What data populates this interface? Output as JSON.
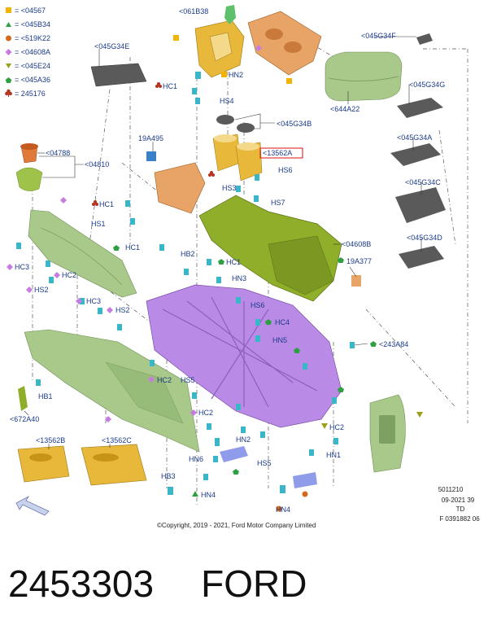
{
  "legend": [
    {
      "shape": "square",
      "color": "#f2b400",
      "text": "= <04567"
    },
    {
      "shape": "triangle",
      "color": "#2ea043",
      "text": "= <045B34"
    },
    {
      "shape": "circle",
      "color": "#d2691e",
      "text": "= <519K22"
    },
    {
      "shape": "diamond",
      "color": "#c77ddf",
      "text": "= <04608A"
    },
    {
      "shape": "triangle-down",
      "color": "#9aa01a",
      "text": "= <045E24"
    },
    {
      "shape": "pentagon",
      "color": "#2ea043",
      "text": "= <045A36"
    },
    {
      "shape": "club",
      "color": "#b5331f",
      "text": "= 245176"
    }
  ],
  "callouts": {
    "c061b38": "<061B38",
    "c045g34e": "<045G34E",
    "c045g34f": "<045G34F",
    "c644a22": "<644A22",
    "c045g34g": "<045G34G",
    "c045g34b": "<045G34B",
    "c045g34a": "<045G34A",
    "c045g34c": "<045G34C",
    "c045g34d": "<045G34D",
    "c19a495": "19A495",
    "c13562a": "<13562A",
    "c04788": "<04788",
    "c04810": "<04810",
    "c04608b": "<04608B",
    "c19a377": "19A377",
    "c243a84": "<243A84",
    "c672a40": "<672A40",
    "c13562b": "<13562B",
    "c13562c": "<13562C",
    "hn2a": "HN2",
    "hc1a": "HC1",
    "hs4": "HS4",
    "hs6a": "HS6",
    "hs3": "HS3",
    "hs7": "HS7",
    "hc1b": "HC1",
    "hs1": "HS1",
    "hc1c": "HC1",
    "hb2": "HB2",
    "hc1d": "HC1",
    "hc3a": "HC3",
    "hc2a": "HC2",
    "hs2a": "HS2",
    "hn3": "HN3",
    "hc3b": "HC3",
    "hs2b": "HS2",
    "hs6b": "HS6",
    "hc4": "HC4",
    "hn5": "HN5",
    "hc2b": "HC2",
    "hs5a": "HS5",
    "hb1": "HB1",
    "hc2c": "HC2",
    "hc2d": "HC2",
    "hn2b": "HN2",
    "hn6": "HN6",
    "hs5b": "HS5",
    "hn1": "HN1",
    "hb3": "HB3",
    "hn4a": "HN4",
    "hn4b": "HN4"
  },
  "copyright": "©Copyright, 2019 - 2021, Ford Motor Company Limited",
  "doc_ref": {
    "line1": "5011210",
    "line2": "09-2021 39",
    "line3": "TD",
    "line4": "F 0391882 06"
  },
  "part_number": "2453303",
  "brand": "FORD",
  "colors": {
    "green_part": "#a8c98a",
    "olive_part": "#8fae2a",
    "purple_part": "#b98be6",
    "orange_part": "#e8a466",
    "yellow_part": "#e8b83a",
    "dark_part": "#5a5a5a",
    "fastener": "#3bb6c9",
    "label_blue": "#1a3a8a"
  }
}
